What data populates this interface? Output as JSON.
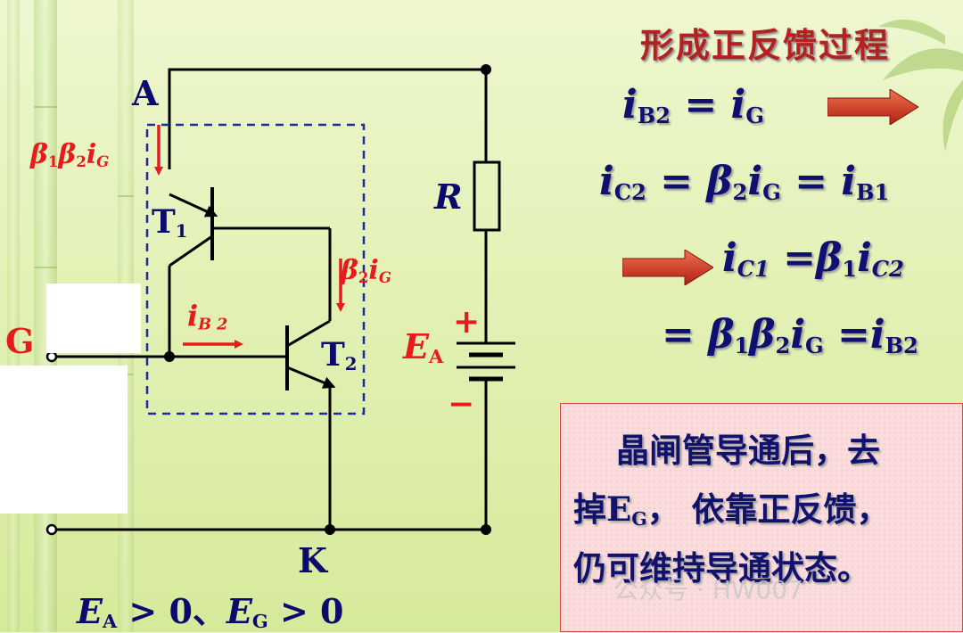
{
  "title": "形成正反馈过程",
  "equations": {
    "eq1": {
      "lhs": "i",
      "lhs_sub": "B2",
      "op": " = ",
      "rhs": "i",
      "rhs_sub": "G"
    },
    "eq2": {
      "a": "i",
      "a_sub": "C2",
      "op1": " = ",
      "b": "β",
      "b_sub": "2",
      "c": "i",
      "c_sub": "G",
      "op2": " = ",
      "d": "i",
      "d_sub": "B1"
    },
    "eq3": {
      "a": "i",
      "a_sub": "C1",
      "op": " =",
      "b": "β",
      "b_sub": "1",
      "c": "i",
      "c_sub": "C2"
    },
    "eq4": {
      "op1": "= ",
      "a": "β",
      "a_sub": "1",
      "b": "β",
      "b_sub": "2",
      "c": "i",
      "c_sub": "G",
      "op2": " =",
      "d": "i",
      "d_sub": "B2"
    }
  },
  "circuit": {
    "node_a": "A",
    "node_k": "K",
    "node_g": "G",
    "resistor": "R",
    "t1": {
      "main": "T",
      "sub": "1"
    },
    "t2": {
      "main": "T",
      "sub": "2"
    },
    "source": {
      "main": "E",
      "sub": "A"
    },
    "plus": "+",
    "minus": "−",
    "current_top": {
      "b1": "β",
      "s1": "1",
      "b2": "β",
      "s2": "2",
      "i": "i",
      "s3": "G"
    },
    "current_mid": {
      "b": "β",
      "s1": "2",
      "i": "i",
      "s2": "G"
    },
    "current_ib2": {
      "i": "i",
      "sub": "B 2"
    },
    "condition": {
      "e1": "E",
      "s1": "A",
      "gt1": " > 0、",
      "e2": "E",
      "s2": "G",
      "gt2": " > 0"
    }
  },
  "note": {
    "line1": "晶闸管导通后，去",
    "line2_a": "掉",
    "line2_e": "E",
    "line2_sub": "G",
    "line2_b": "， 依靠正反馈，",
    "line3": "仍可维持导通状态。"
  },
  "watermark": "公众号 · HW007",
  "colors": {
    "wire": "#000000",
    "dashed_box": "#1e2ba0",
    "current": "#e41c1c",
    "label": "#0b0b6e",
    "title": "#b22222",
    "arrow": "#c8331f"
  }
}
